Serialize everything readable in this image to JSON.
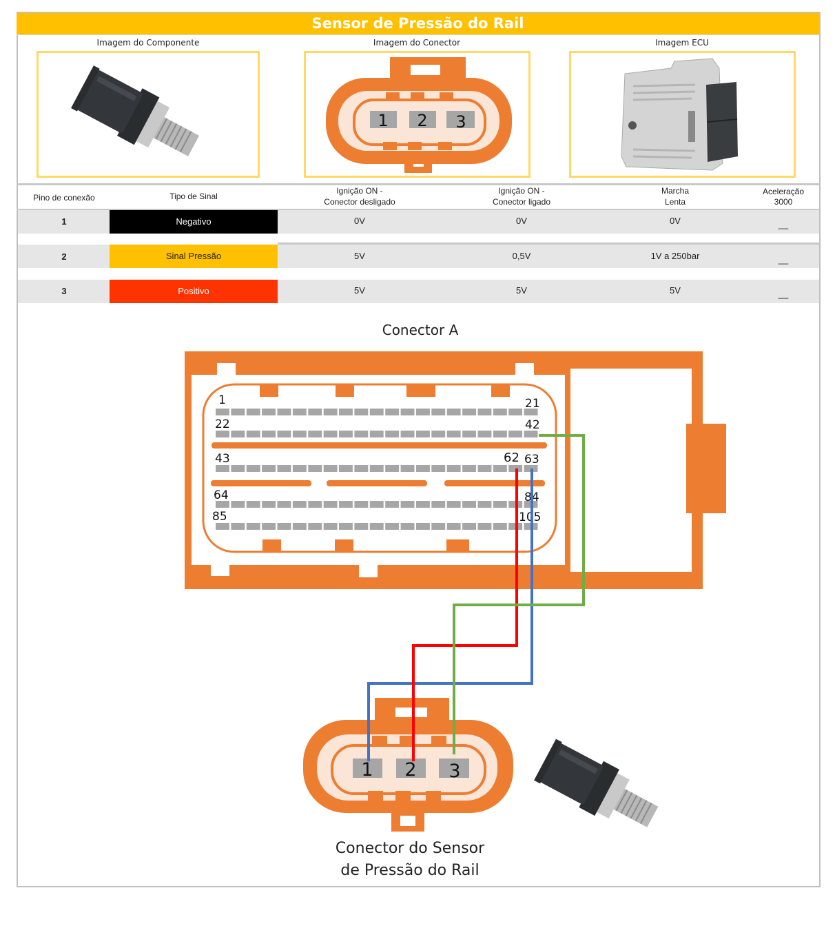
{
  "title": "Sensor de Pressão do Rail",
  "images": {
    "component_label": "Imagem do Componente",
    "connector_label": "Imagem do Conector",
    "ecu_label": "Imagem ECU"
  },
  "table": {
    "headers": [
      {
        "line1": "Pino de conexão",
        "line2": ""
      },
      {
        "line1": "Tipo de Sinal",
        "line2": ""
      },
      {
        "line1": "Ignição ON -",
        "line2": "Conector desligado"
      },
      {
        "line1": "Ignição ON -",
        "line2": "Conector ligado"
      },
      {
        "line1": "Marcha",
        "line2": "Lenta"
      },
      {
        "line1": "Aceleração",
        "line2": "3000"
      }
    ],
    "rows": [
      {
        "pin": "1",
        "signal": "Negativo",
        "signal_color": "#000000",
        "signal_text_color": "#ffffff",
        "ign_off": "0V",
        "ign_on": "0V",
        "idle": "0V",
        "accel": "__"
      },
      {
        "pin": "2",
        "signal": "Sinal Pressão",
        "signal_color": "#ffc000",
        "signal_text_color": "#222222",
        "ign_off": "5V",
        "ign_on": "0,5V",
        "idle": "1V a 250bar",
        "accel": "__"
      },
      {
        "pin": "3",
        "signal": "Positivo",
        "signal_color": "#ff3300",
        "signal_text_color": "#ffffff",
        "ign_off": "5V",
        "ign_on": "5V",
        "idle": "5V",
        "accel": "__"
      }
    ]
  },
  "diagram": {
    "ecu_connector_title": "Conector A",
    "ecu_pin_labels": {
      "row1_start": "1",
      "row1_end": "21",
      "row2_start": "22",
      "row2_end": "42",
      "row3_start": "43",
      "row3_pin62": "62",
      "row3_end": "63",
      "row4_start": "64",
      "row4_end": "84",
      "row5_start": "85",
      "row5_end": "105"
    },
    "sensor_pins": [
      "1",
      "2",
      "3"
    ],
    "sensor_connector_title_line1": "Conector do Sensor",
    "sensor_connector_title_line2": "de Pressão do Rail",
    "wires": [
      {
        "from_ecu_pin": "63",
        "to_sensor_pin": "1",
        "color": "#4472c4"
      },
      {
        "from_ecu_pin": "62",
        "to_sensor_pin": "2",
        "color": "#ff0000"
      },
      {
        "from_ecu_pin": "42",
        "to_sensor_pin": "3",
        "color": "#70ad47"
      }
    ],
    "connector_color": "#ed7d31",
    "connector_inner_color": "#fbe5d6",
    "pin_color": "#a6a6a6"
  }
}
